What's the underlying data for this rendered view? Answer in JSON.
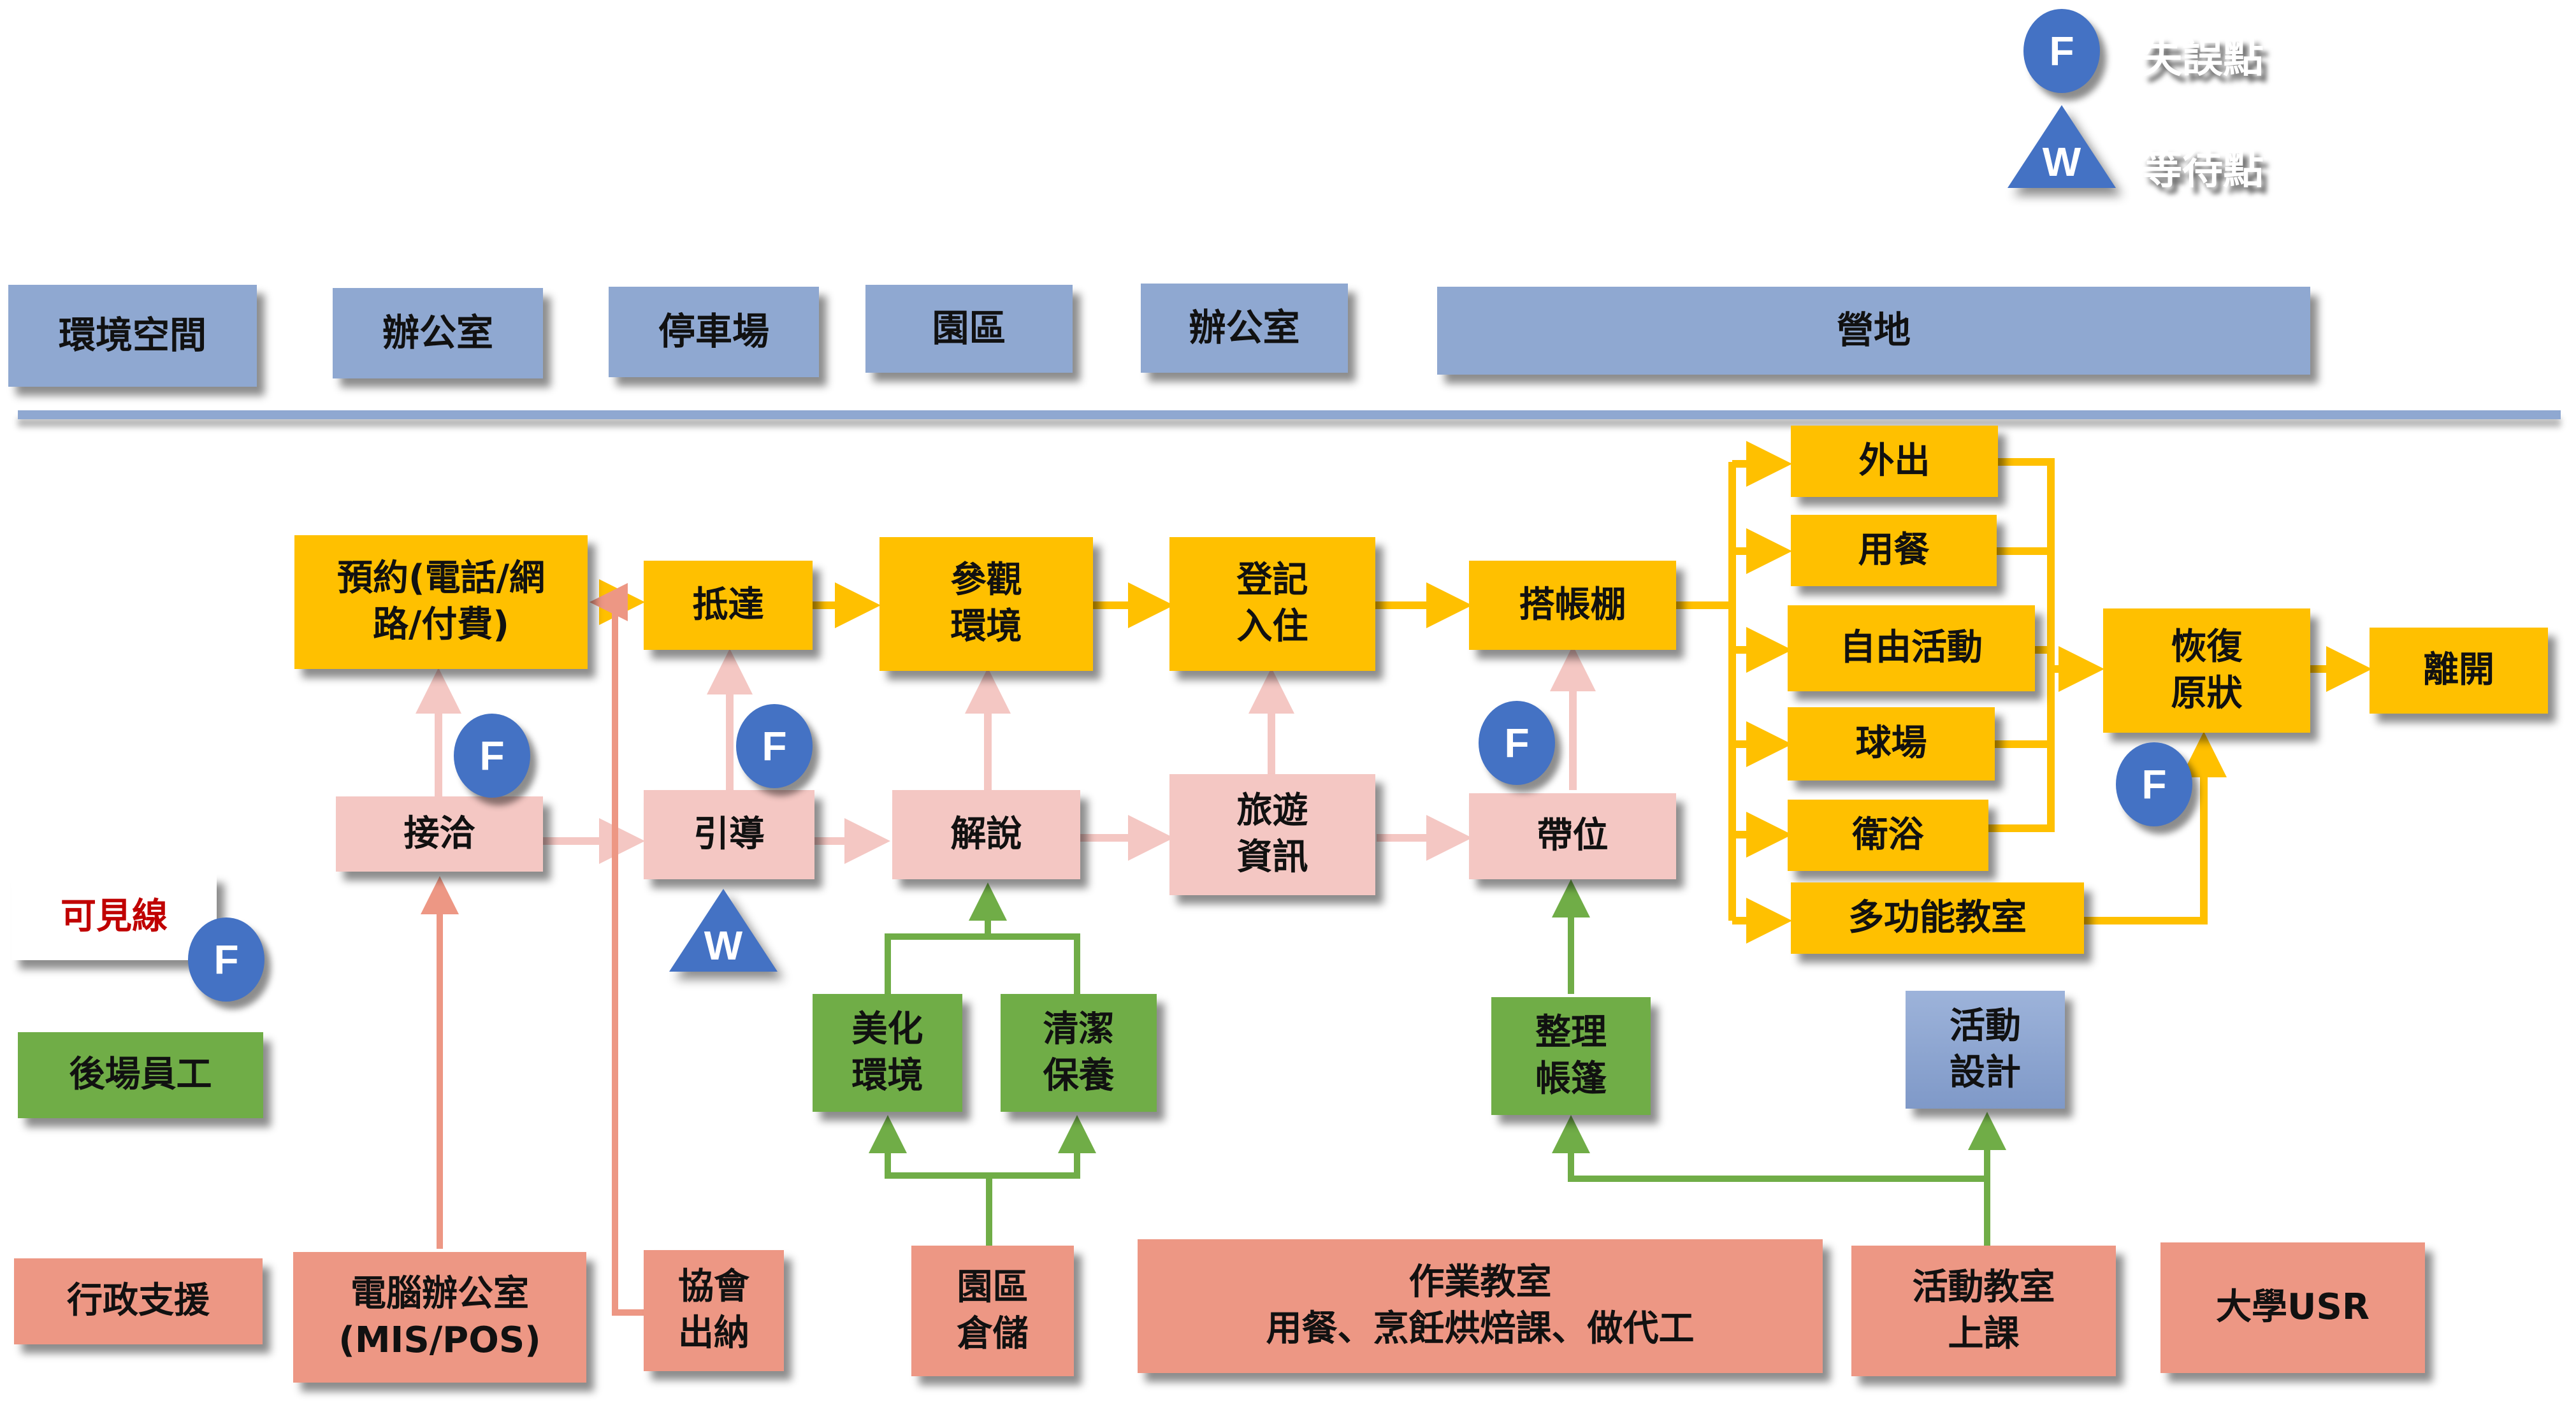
{
  "legend": {
    "failure_point": {
      "symbol": "F",
      "label": "失誤點",
      "icon": "circle"
    },
    "wait_point": {
      "symbol": "W",
      "label": "等待點",
      "icon": "triangle"
    }
  },
  "lanes": {
    "header": "環境空間",
    "items": [
      "辦公室",
      "停車場",
      "園區",
      "辦公室",
      "營地"
    ]
  },
  "row_labels": {
    "line_of_visibility": "可見線",
    "backstage_staff": "後場員工",
    "admin_support": "行政支援"
  },
  "customer_actions": [
    "預約(電話/網\n路/付費)",
    "抵達",
    "參觀\n環境",
    "登記\n入住",
    "搭帳棚",
    "外出",
    "用餐",
    "自由活動",
    "球場",
    "衛浴",
    "多功能教室",
    "恢復\n原狀",
    "離開"
  ],
  "frontstage": [
    "接洽",
    "引導",
    "解說",
    "旅遊\n資訊",
    "帶位"
  ],
  "backstage": [
    "美化\n環境",
    "清潔\n保養",
    "整理\n帳篷",
    "活動\n設計"
  ],
  "support": [
    "電腦辦公室\n(MIS/POS)",
    "協會\n出納",
    "園區\n倉儲",
    "作業教室\n用餐、烹飪烘焙課、做代工",
    "活動教室\n上課",
    "大學USR"
  ],
  "markers": {
    "f": "F",
    "w": "W"
  },
  "colors": {
    "customer": "#ffc000",
    "frontstage": "#f4c7c3",
    "support": "#ed9784",
    "backstage": "#70ad47",
    "lane": "#8fa8d1",
    "marker": "#4472c4",
    "visibility_label": "#c00000"
  }
}
